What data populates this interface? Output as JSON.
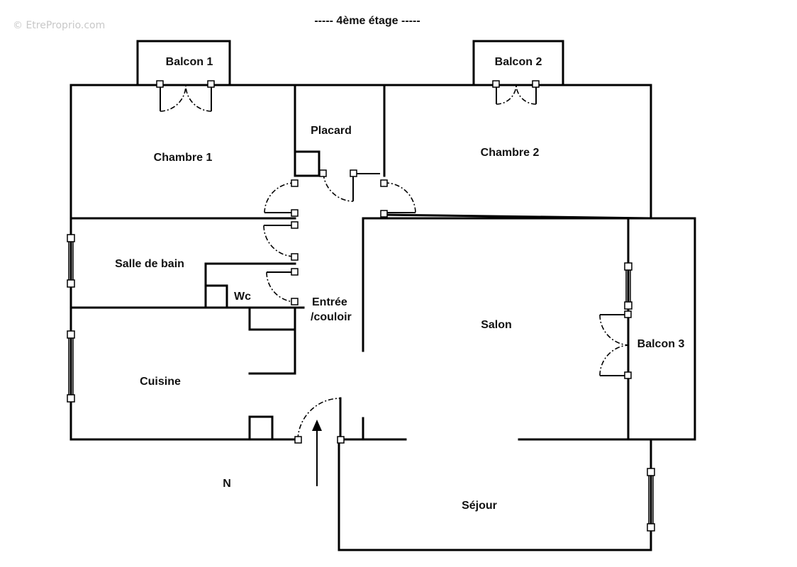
{
  "watermark": "© EtreProprio.com",
  "floor_title": "-----  4ème étage  -----",
  "compass": "N",
  "rooms": {
    "balcon1": "Balcon 1",
    "balcon2": "Balcon 2",
    "balcon3": "Balcon 3",
    "chambre1": "Chambre 1",
    "chambre2": "Chambre 2",
    "placard": "Placard",
    "salle_de_bain": "Salle de bain",
    "wc": "Wc",
    "entree_line1": "Entrée",
    "entree_line2": "/couloir",
    "cuisine": "Cuisine",
    "salon": "Salon",
    "sejour": "Séjour"
  }
}
